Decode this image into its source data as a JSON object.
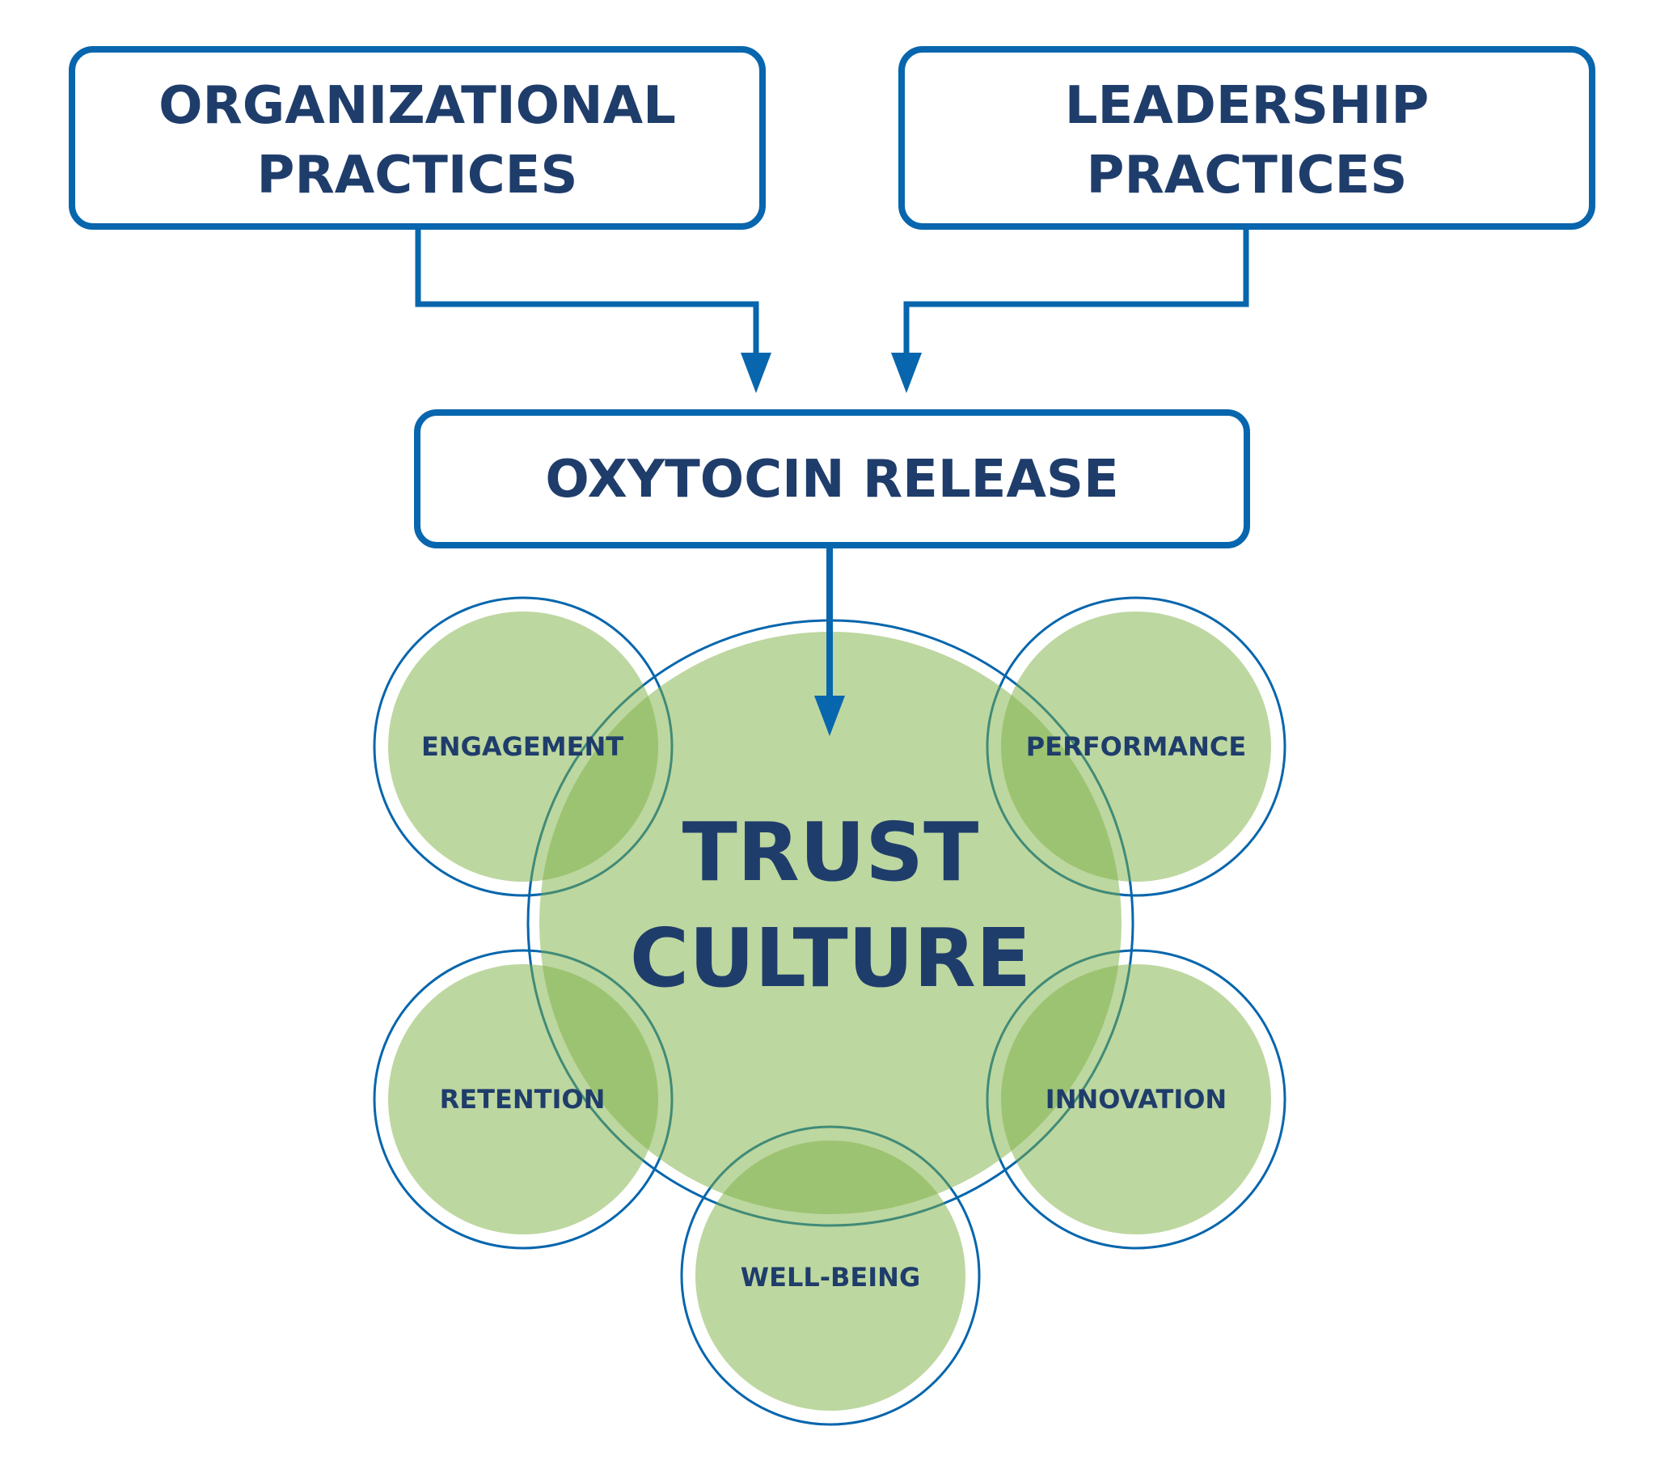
{
  "colors": {
    "stroke_blue": "#0766ad",
    "text_navy": "#1f3d6b",
    "green_fill": "#7baf41",
    "green_single_appearance": "#bdd7a0",
    "green_overlap_appearance": "#9dc270",
    "background": "#ffffff"
  },
  "top_boxes": {
    "organizational": {
      "line1": "ORGANIZATIONAL",
      "line2": "PRACTICES"
    },
    "leadership": {
      "line1": "LEADERSHIP",
      "line2": "PRACTICES"
    }
  },
  "middle_box": {
    "label": "OXYTOCIN RELEASE"
  },
  "center_circle": {
    "line1": "TRUST",
    "line2": "CULTURE"
  },
  "outcomes": [
    {
      "label": "ENGAGEMENT",
      "position": "upper-left"
    },
    {
      "label": "PERFORMANCE",
      "position": "upper-right"
    },
    {
      "label": "RETENTION",
      "position": "lower-left"
    },
    {
      "label": "INNOVATION",
      "position": "lower-right"
    },
    {
      "label": "WELL-BEING",
      "position": "bottom"
    }
  ],
  "flow": [
    {
      "from": "ORGANIZATIONAL PRACTICES",
      "to": "OXYTOCIN RELEASE"
    },
    {
      "from": "LEADERSHIP PRACTICES",
      "to": "OXYTOCIN RELEASE"
    },
    {
      "from": "OXYTOCIN RELEASE",
      "to": "TRUST CULTURE"
    }
  ]
}
